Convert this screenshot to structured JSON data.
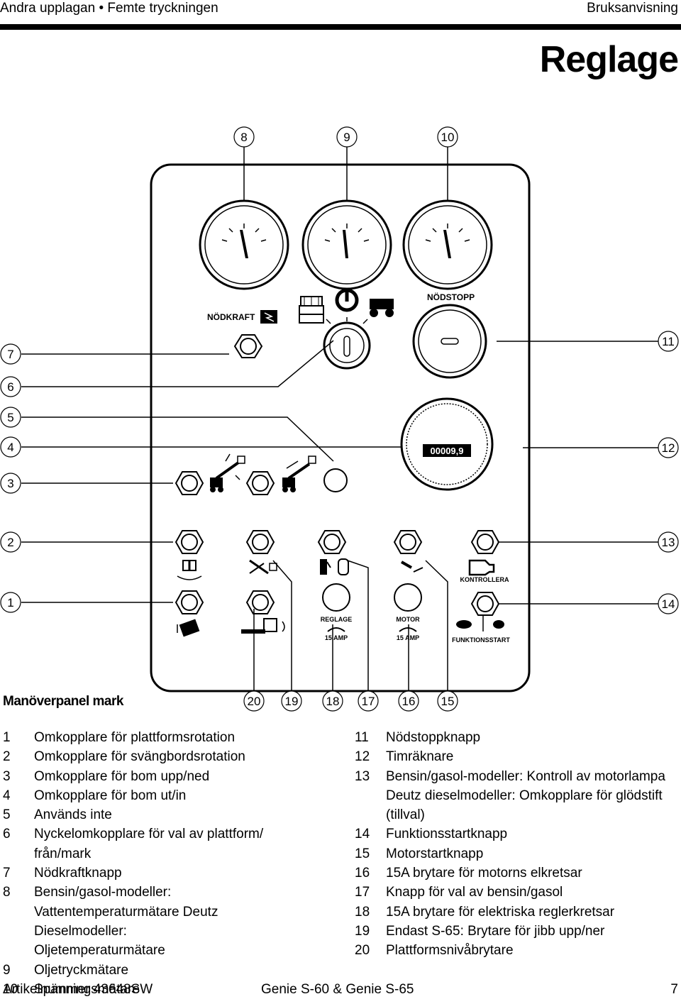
{
  "header": {
    "left": "Andra upplagan • Femte tryckningen",
    "right": "Bruksanvisning",
    "title": "Reglage"
  },
  "panel": {
    "label_nodkraft": "NÖDKRAFT",
    "label_nodstopp": "NÖDSTOPP",
    "hour_meter_value": "00009,9",
    "label_kontrollera": "KONTROLLERA",
    "label_reglage": "REGLAGE",
    "label_motor": "MOTOR",
    "label_amp": "15 AMP",
    "label_funktionsstart": "FUNKTIONSSTART",
    "callouts_top": [
      "8",
      "9",
      "10"
    ],
    "callouts_left": [
      "7",
      "6",
      "5",
      "4",
      "3",
      "2",
      "1"
    ],
    "callouts_right": [
      "11",
      "12",
      "13",
      "14"
    ],
    "callouts_bottom": [
      "20",
      "19",
      "18",
      "17",
      "16",
      "15"
    ]
  },
  "caption": "Manöverpanel mark",
  "legend_left": [
    {
      "n": "1",
      "t": "Omkopplare för plattformsrotation"
    },
    {
      "n": "2",
      "t": "Omkopplare för svängbordsrotation"
    },
    {
      "n": "3",
      "t": "Omkopplare för bom upp/ned"
    },
    {
      "n": "4",
      "t": "Omkopplare för bom ut/in"
    },
    {
      "n": "5",
      "t": "Används inte"
    },
    {
      "n": "6",
      "t": "Nyckelomkopplare för val av plattform/ från/mark"
    },
    {
      "n": "7",
      "t": "Nödkraftknapp"
    },
    {
      "n": "8",
      "t": "Bensin/gasol-modeller: Vattentemperaturmätare Deutz Dieselmodeller: Oljetemperaturmätare"
    },
    {
      "n": "9",
      "t": "Oljetryckmätare"
    },
    {
      "n": "10",
      "t": "Spänningsmätare"
    }
  ],
  "legend_right": [
    {
      "n": "11",
      "t": "Nödstoppknapp"
    },
    {
      "n": "12",
      "t": "Timräknare"
    },
    {
      "n": "13",
      "t": "Bensin/gasol-modeller: Kontroll av motorlampa Deutz dieselmodeller: Omkopplare för glödstift (tillval)"
    },
    {
      "n": "14",
      "t": "Funktionsstartknapp"
    },
    {
      "n": "15",
      "t": "Motorstartknapp"
    },
    {
      "n": "16",
      "t": "15A brytare för motorns elkretsar"
    },
    {
      "n": "17",
      "t": "Knapp för val av bensin/gasol"
    },
    {
      "n": "18",
      "t": "15A brytare för elektriska reglerkretsar"
    },
    {
      "n": "19",
      "t": "Endast S-65: Brytare för jibb upp/ner"
    },
    {
      "n": "20",
      "t": "Plattformsnivåbrytare"
    }
  ],
  "footer": {
    "left": "Artikelnummer 43648SW",
    "middle": "Genie S-60 & Genie S-65",
    "right": "7"
  }
}
